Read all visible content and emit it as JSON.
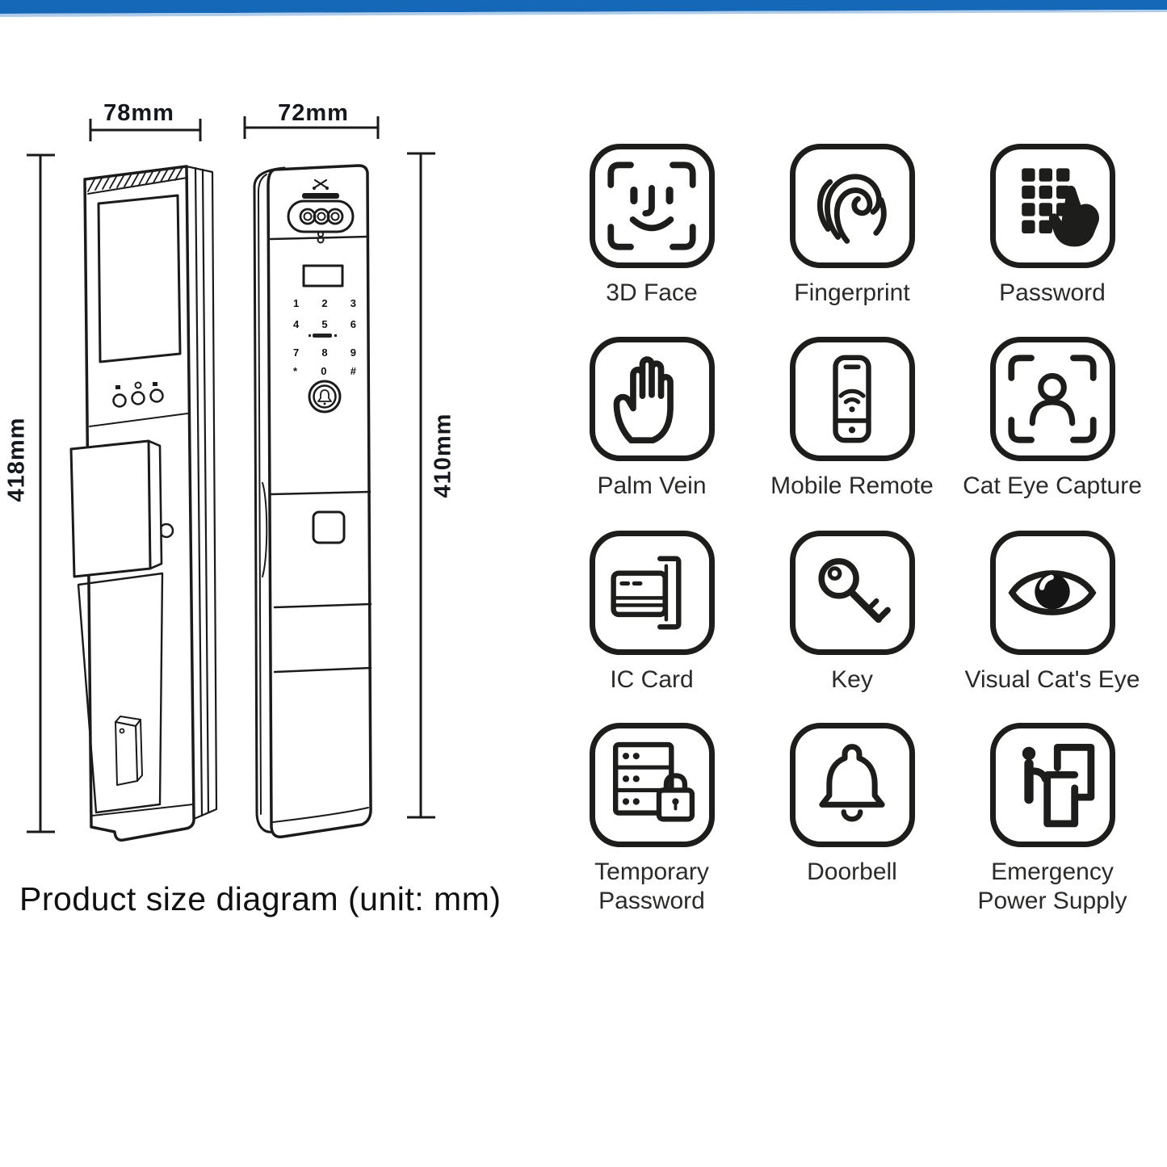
{
  "top_bar": {
    "color": "#1568b8",
    "accent": "#aecbe9"
  },
  "caption": "Product size diagram (unit: mm)",
  "dimensions": {
    "front_width": "78mm",
    "side_width": "72mm",
    "front_height": "418mm",
    "side_height": "410mm"
  },
  "lock_drawing": {
    "keypad_rows": [
      [
        "1",
        "2",
        "3"
      ],
      [
        "4",
        "5",
        "6"
      ],
      [
        "7",
        "8",
        "9"
      ],
      [
        "*",
        "0",
        "#"
      ]
    ]
  },
  "features": [
    {
      "id": "3d-face",
      "label": "3D Face"
    },
    {
      "id": "fingerprint",
      "label": "Fingerprint"
    },
    {
      "id": "password",
      "label": "Password"
    },
    {
      "id": "palm-vein",
      "label": "Palm Vein"
    },
    {
      "id": "mobile-remote",
      "label": "Mobile Remote"
    },
    {
      "id": "cat-eye-capture",
      "label": "Cat Eye Capture"
    },
    {
      "id": "ic-card",
      "label": "IC Card"
    },
    {
      "id": "key",
      "label": "Key"
    },
    {
      "id": "visual-cats-eye",
      "label": "Visual Cat's Eye"
    },
    {
      "id": "temporary-password",
      "label": "Temporary Password"
    },
    {
      "id": "doorbell",
      "label": "Doorbell"
    },
    {
      "id": "emergency-power-supply",
      "label": "Emergency Power Supply"
    }
  ]
}
